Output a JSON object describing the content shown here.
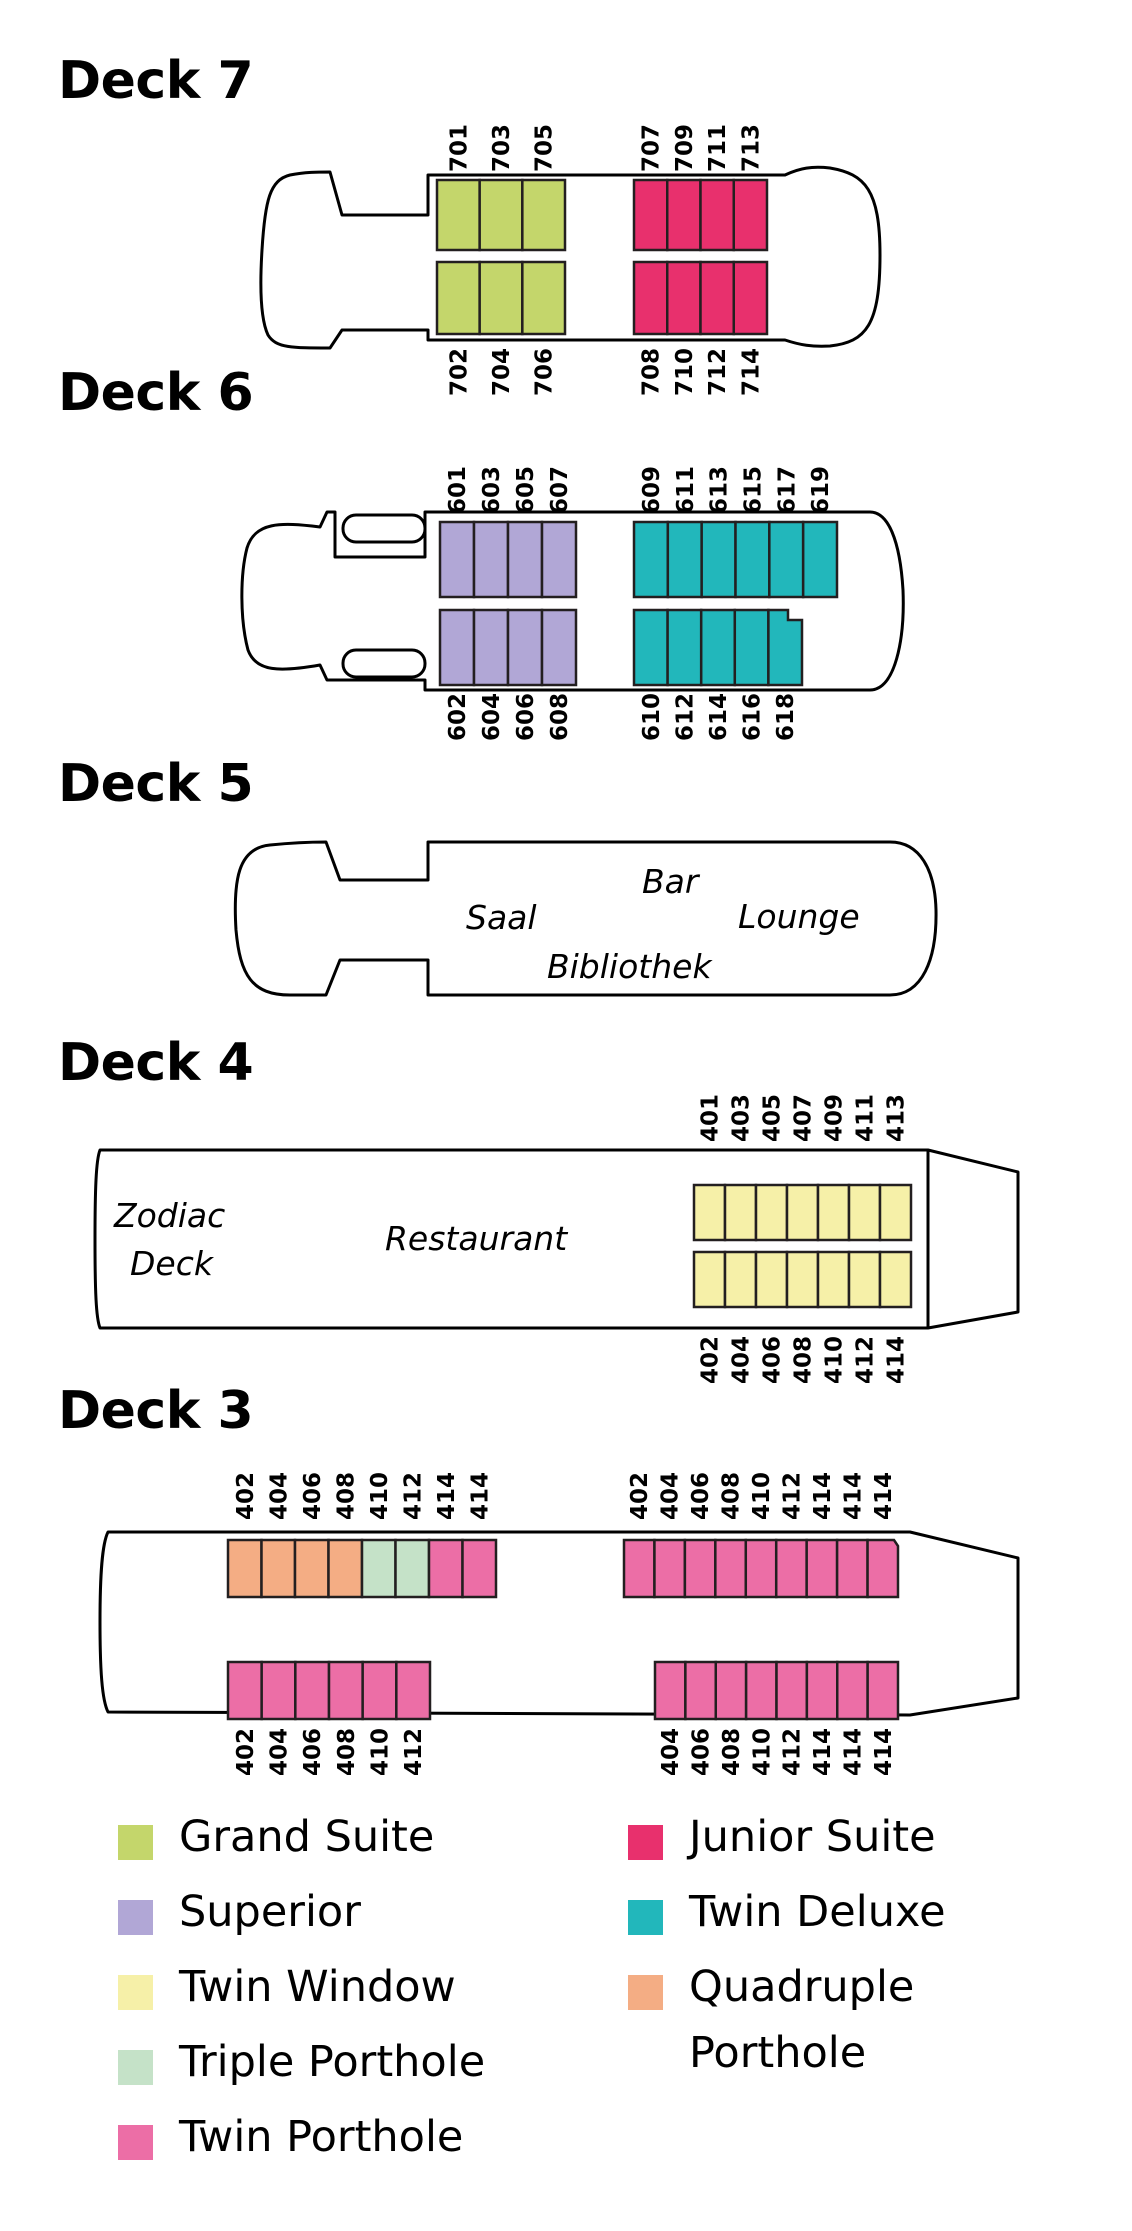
{
  "colors": {
    "grand_suite": "#c4d66b",
    "junior_suite": "#e8306d",
    "superior": "#b1a7d6",
    "twin_deluxe": "#22b7bb",
    "twin_window": "#f6f0a8",
    "quadruple_porthole": "#f4ad84",
    "triple_porthole": "#c5e2c8",
    "twin_porthole": "#ec6ea6"
  },
  "decks": [
    {
      "id": "deck7",
      "title": "Deck 7"
    },
    {
      "id": "deck6",
      "title": "Deck 6"
    },
    {
      "id": "deck5",
      "title": "Deck 5"
    },
    {
      "id": "deck4",
      "title": "Deck 4"
    },
    {
      "id": "deck3",
      "title": "Deck 3"
    }
  ],
  "cabin_groups": [
    {
      "deck": "deck7",
      "type": "grand_suite",
      "labels": [
        "701",
        "703",
        "705"
      ]
    },
    {
      "deck": "deck7",
      "type": "junior_suite",
      "labels": [
        "707",
        "709",
        "711",
        "713"
      ]
    },
    {
      "deck": "deck7",
      "type": "grand_suite",
      "labels": [
        "702",
        "704",
        "706"
      ]
    },
    {
      "deck": "deck7",
      "type": "junior_suite",
      "labels": [
        "708",
        "710",
        "712",
        "714"
      ]
    },
    {
      "deck": "deck6",
      "type": "superior",
      "labels": [
        "601",
        "603",
        "605",
        "607"
      ]
    },
    {
      "deck": "deck6",
      "type": "twin_deluxe",
      "labels": [
        "609",
        "611",
        "613",
        "615",
        "617",
        "619"
      ]
    },
    {
      "deck": "deck6",
      "type": "superior",
      "labels": [
        "602",
        "604",
        "606",
        "608"
      ]
    },
    {
      "deck": "deck6",
      "type": "twin_deluxe",
      "labels": [
        "610",
        "612",
        "614",
        "616",
        "618"
      ]
    },
    {
      "deck": "deck4",
      "type": "twin_window",
      "labels": [
        "401",
        "403",
        "405",
        "407",
        "409",
        "411",
        "413"
      ]
    },
    {
      "deck": "deck4",
      "type": "twin_window",
      "labels": [
        "402",
        "404",
        "406",
        "408",
        "410",
        "412",
        "414"
      ]
    },
    {
      "deck": "deck3",
      "type": "mixed",
      "labels": [
        "402",
        "404",
        "406",
        "408",
        "410",
        "412",
        "414",
        "414"
      ],
      "cabin_types": [
        "quadruple_porthole",
        "quadruple_porthole",
        "quadruple_porthole",
        "quadruple_porthole",
        "triple_porthole",
        "triple_porthole",
        "twin_porthole",
        "twin_porthole"
      ]
    },
    {
      "deck": "deck3",
      "type": "twin_porthole",
      "labels": [
        "402",
        "404",
        "406",
        "408",
        "410",
        "412",
        "414",
        "414",
        "414"
      ]
    },
    {
      "deck": "deck3",
      "type": "twin_porthole",
      "labels": [
        "402",
        "404",
        "406",
        "408",
        "410",
        "412"
      ]
    },
    {
      "deck": "deck3",
      "type": "twin_porthole",
      "labels": [
        "404",
        "406",
        "408",
        "410",
        "412",
        "414",
        "414",
        "414"
      ]
    }
  ],
  "areas": {
    "saal": "Saal",
    "bar": "Bar",
    "lounge": "Lounge",
    "bibliothek": "Bibliothek",
    "zodiac_line1": "Zodiac",
    "zodiac_line2": "Deck",
    "restaurant": "Restaurant"
  },
  "legend": [
    {
      "key": "grand_suite",
      "label": "Grand Suite"
    },
    {
      "key": "junior_suite",
      "label": "Junior Suite"
    },
    {
      "key": "superior",
      "label": "Superior"
    },
    {
      "key": "twin_deluxe",
      "label": "Twin Deluxe"
    },
    {
      "key": "twin_window",
      "label": "Twin Window"
    },
    {
      "key": "quadruple_porthole",
      "label": "Quadruple Porthole"
    },
    {
      "key": "triple_porthole",
      "label": "Triple Porthole"
    },
    {
      "key": "twin_porthole",
      "label": "Twin Porthole"
    }
  ]
}
